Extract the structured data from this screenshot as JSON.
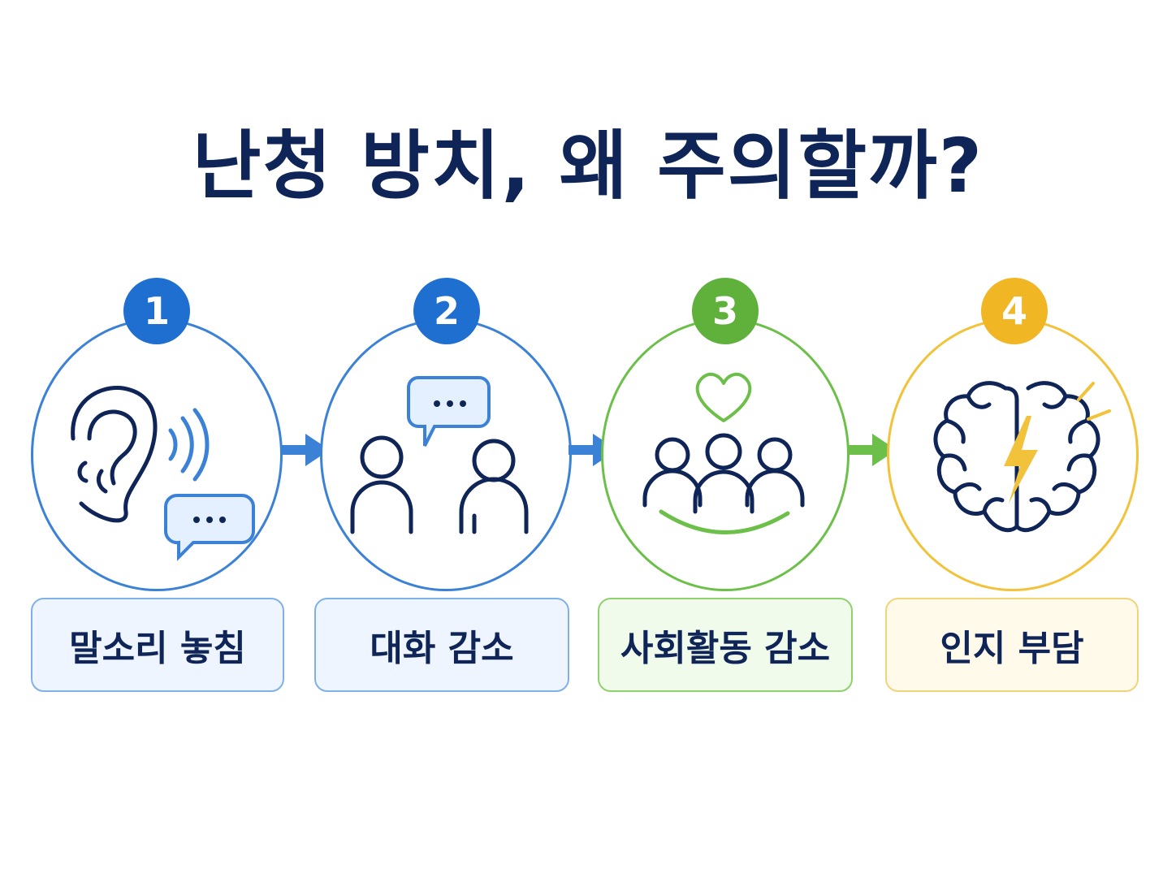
{
  "title": "난청 방치, 왜 주의할까?",
  "colors": {
    "navy": "#0f2557",
    "blue": "#3b82d6",
    "green": "#6cc04a",
    "yellow": "#f2c23a"
  },
  "steps": [
    {
      "number": "1",
      "label": "말소리 놓침",
      "icon": "ear-with-speech-icon"
    },
    {
      "number": "2",
      "label": "대화 감소",
      "icon": "two-people-chat-icon"
    },
    {
      "number": "3",
      "label": "사회활동 감소",
      "icon": "group-heart-icon"
    },
    {
      "number": "4",
      "label": "인지 부담",
      "icon": "brain-lightning-icon"
    }
  ]
}
